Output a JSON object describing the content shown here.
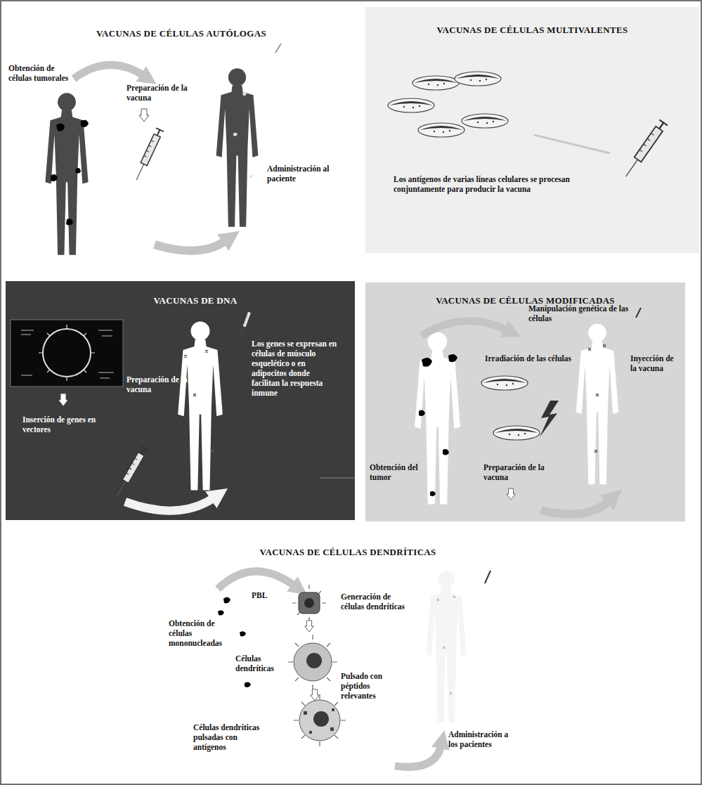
{
  "diagram": {
    "nodes": [
      {
        "text": [
          "VACUNAS DE CÉLULAS AUTÓLOGAS",
          "Obtención de células tumorales",
          "Preparación de la vacuna",
          "Administración al paciente"
        ]
      },
      {
        "text": [
          "VACUNAS DE CÉLULAS MULTIVALENTES",
          "Los antígenos de varias líneas celulares se procesan conjuntamente para producir la vacuna"
        ]
      },
      {
        "text": [
          "VACUNAS DE DNA",
          "Inserción de genes en vectores",
          "Preparación de la vacuna",
          "Los genes se expresan en células de músculo esquelético o en adipocitos donde facilitan la respuesta inmune"
        ]
      },
      {
        "text": [
          "VACUNAS DE CÉLULAS MODIFICADAS",
          "Manipulación genética de las células",
          "Irradiación de las células",
          "Inyección de la vacuna",
          "Obtención del tumor",
          "Preparación de la vacuna"
        ]
      },
      {
        "text": [
          "VACUNAS DE CÉLULAS DENDRÍTICAS",
          "PBL",
          "Generación de células dendríticas",
          "Obtención de células mononucleadas",
          "Células dendríticas",
          "Pulsado con péptidos relevantes",
          "Células dendríticas pulsadas con antígenos",
          "Administración a los pacientes"
        ]
      }
    ]
  }
}
